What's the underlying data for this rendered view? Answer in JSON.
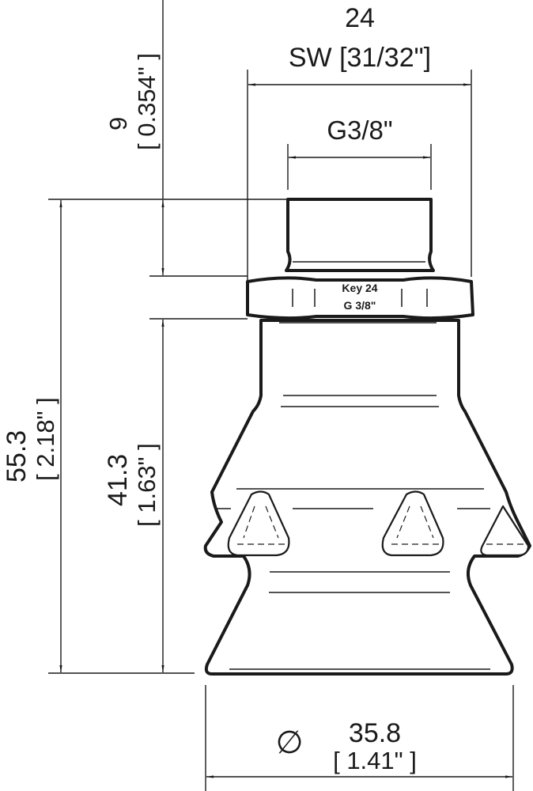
{
  "drawing": {
    "type": "technical-dimension-drawing",
    "subject": "suction cup with G3/8\" thread and hex fitting",
    "colors": {
      "line": "#1a1a1a",
      "background": "#ffffff"
    }
  },
  "dimensions": {
    "hex_width": {
      "value": "24",
      "label": "SW [31/32\"]"
    },
    "thread": {
      "label": "G3/8\""
    },
    "thread_height": {
      "value": "9",
      "imperial": "[ 0.354\" ]"
    },
    "total_height": {
      "value": "55.3",
      "imperial": "[ 2.18\" ]"
    },
    "body_height": {
      "value": "41.3",
      "imperial": "[ 1.63\" ]"
    },
    "diameter": {
      "symbol": "∅",
      "value": "35.8",
      "imperial": "[ 1.41\" ]"
    }
  },
  "part_marking": {
    "line1": "Key 24",
    "line2": "G 3/8\""
  }
}
